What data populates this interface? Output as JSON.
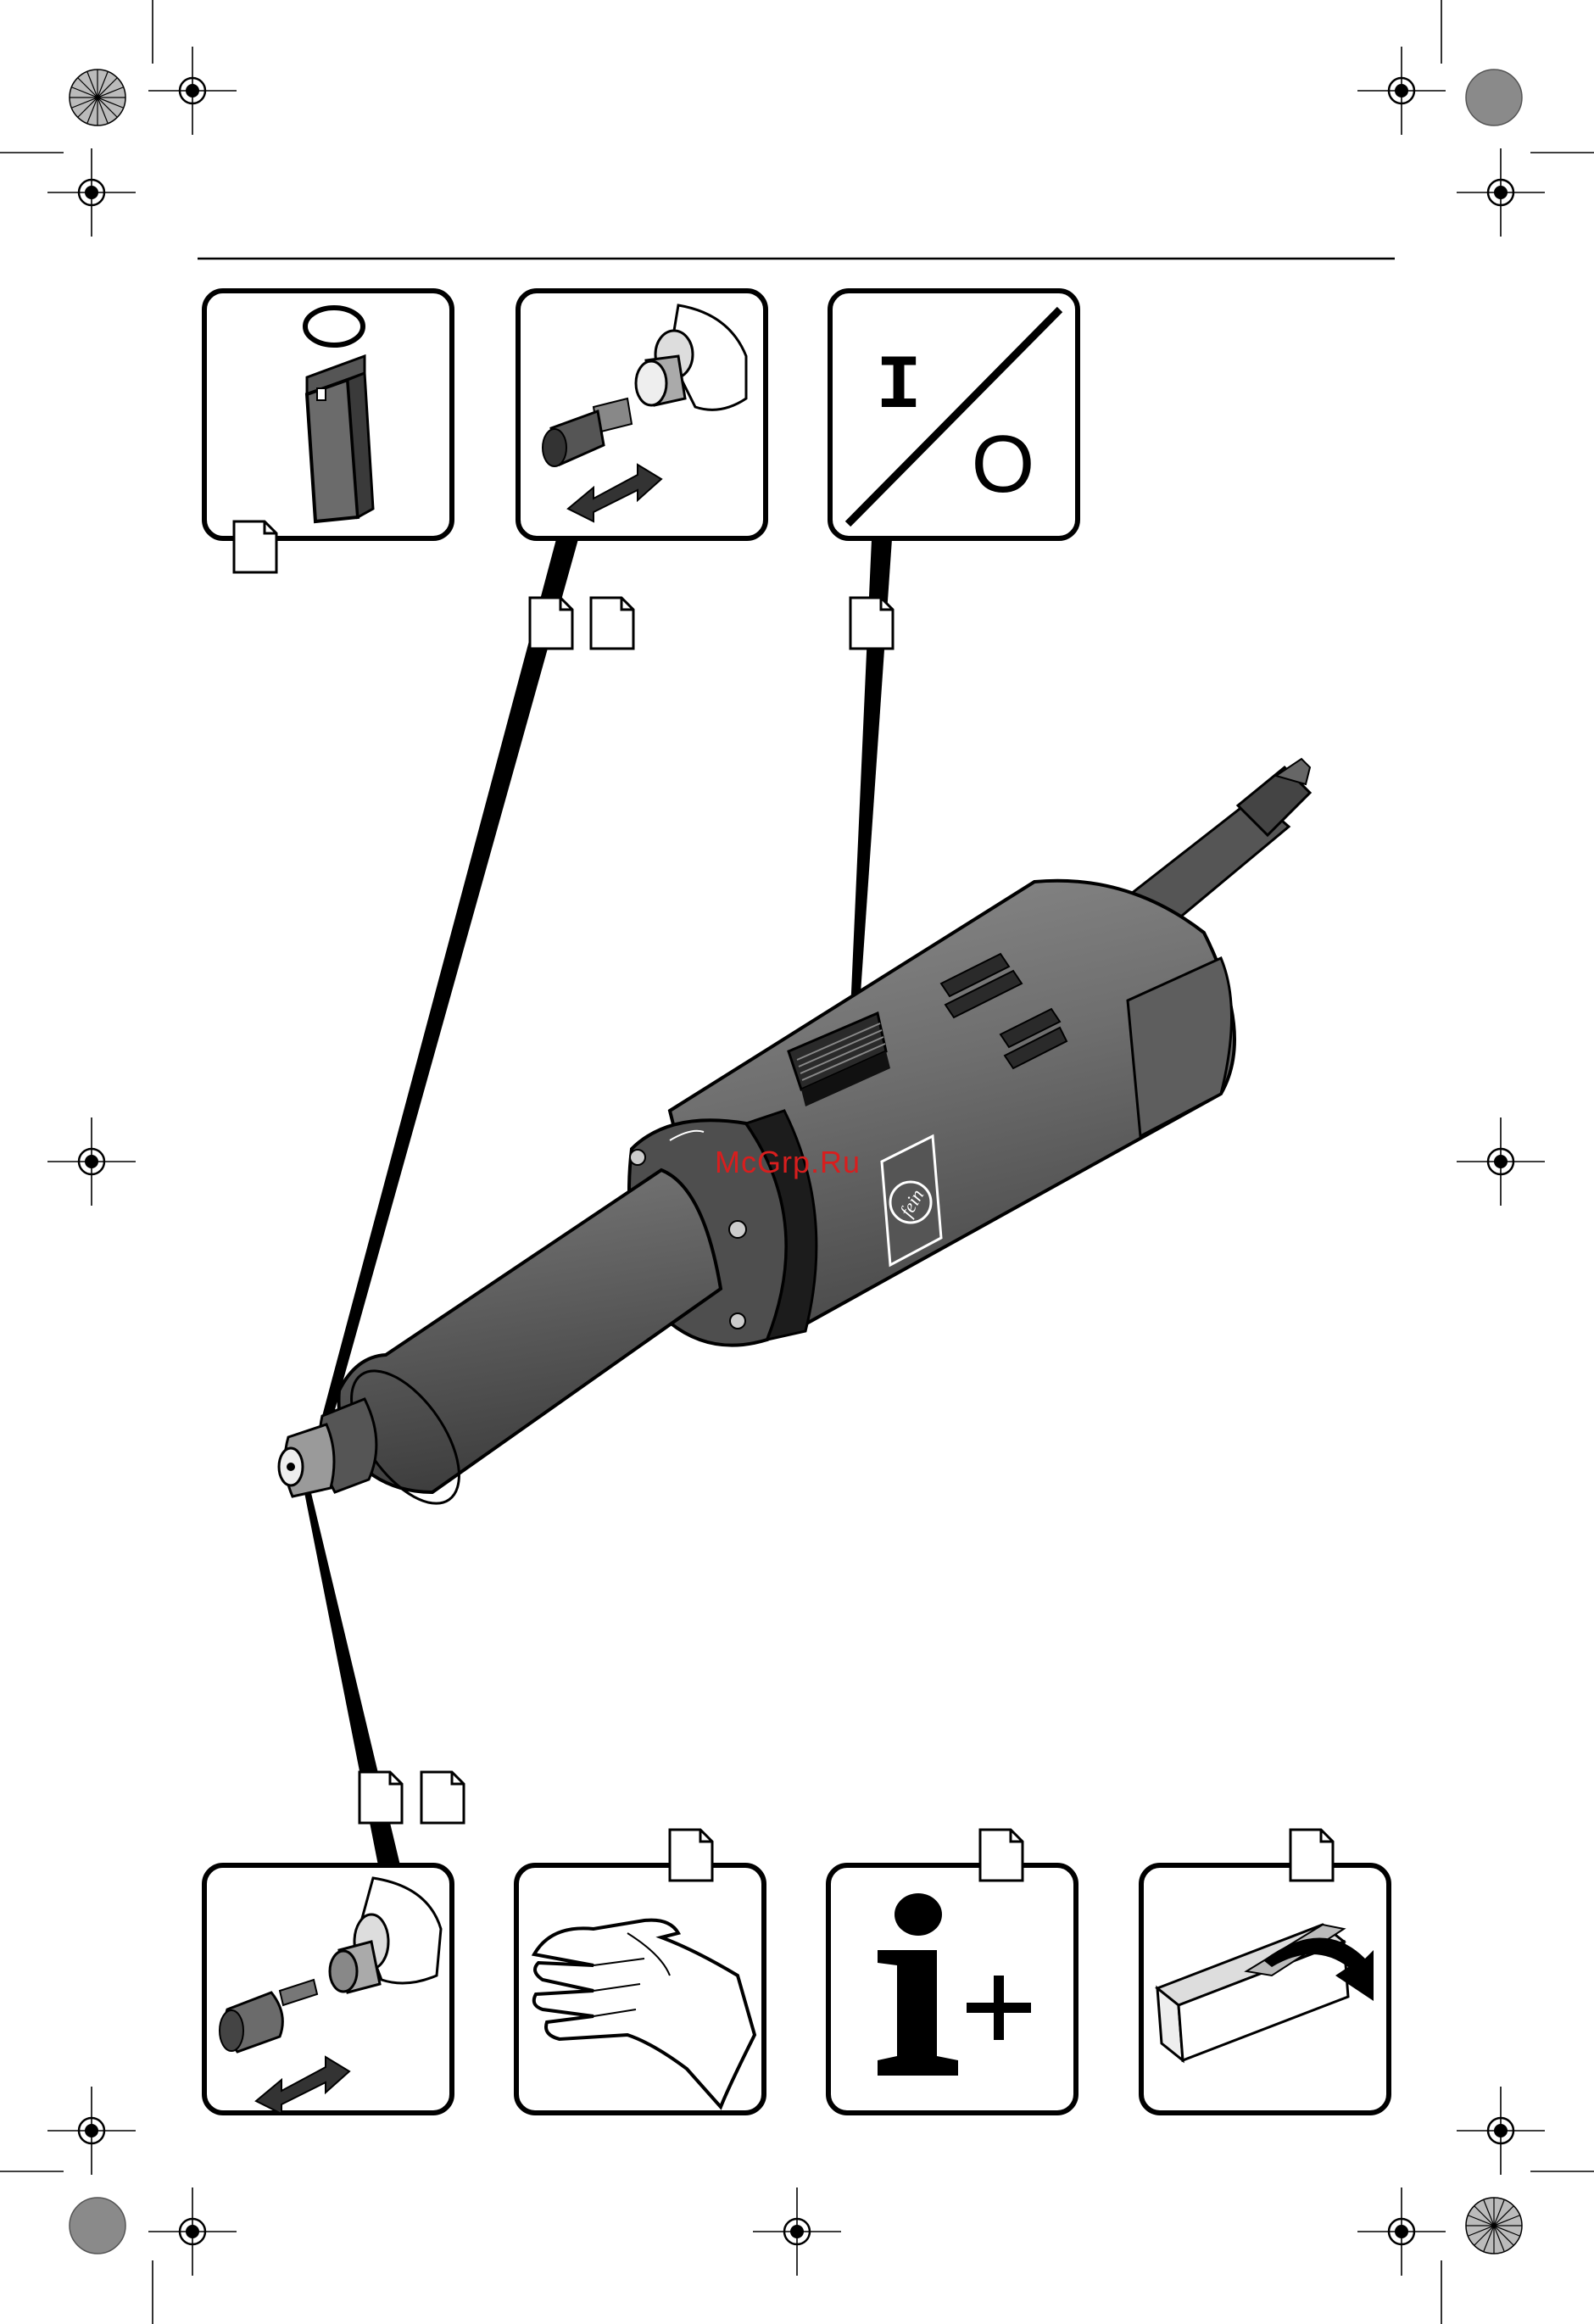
{
  "watermark": {
    "text": "McGrp.Ru",
    "color": "#d81e1e"
  },
  "brand_logo": {
    "text": "fein"
  },
  "panels": [
    {
      "id": "keys",
      "icon": "key-tag-icon"
    },
    {
      "id": "collet-change",
      "icon": "collet-change-icon"
    },
    {
      "id": "on-off-switch",
      "icon": "on-off-switch-icon",
      "on_symbol": "I",
      "off_symbol": "O"
    },
    {
      "id": "tool-insert",
      "icon": "mounted-point-insert-icon"
    },
    {
      "id": "hand-protection",
      "icon": "hand-icon"
    },
    {
      "id": "information",
      "icon": "info-plus-icon",
      "symbol": "i+"
    },
    {
      "id": "packaging",
      "icon": "open-box-icon"
    }
  ],
  "colors": {
    "ink": "#111111",
    "tool_body": "#6b6b6b",
    "tool_dark": "#3a3a3a",
    "registration_gray": "#8a8a8a"
  }
}
